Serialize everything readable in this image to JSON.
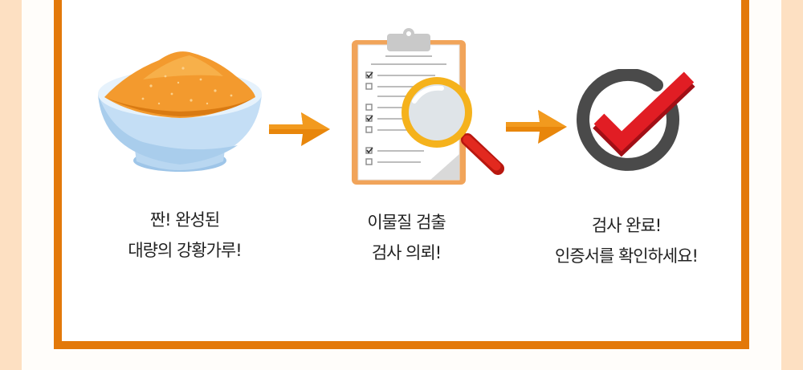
{
  "steps": [
    {
      "name": "powder",
      "icon": "powder-bowl-icon",
      "caption": [
        "짠! 완성된",
        "대량의 강황가루!"
      ]
    },
    {
      "name": "inspection",
      "icon": "clipboard-magnifier-icon",
      "caption": [
        "이물질 검출",
        "검사 의뢰!"
      ]
    },
    {
      "name": "complete",
      "icon": "check-circle-icon",
      "caption": [
        "검사 완료!",
        "인증서를 확인하세요!"
      ]
    }
  ],
  "arrows": [
    "arrow-right-icon",
    "arrow-right-icon"
  ],
  "colors": {
    "frame": "#e3790a",
    "background": "#fde0c2",
    "arrow": "#e8860b",
    "check": "#e11d24",
    "ring": "#4a4a4a"
  }
}
